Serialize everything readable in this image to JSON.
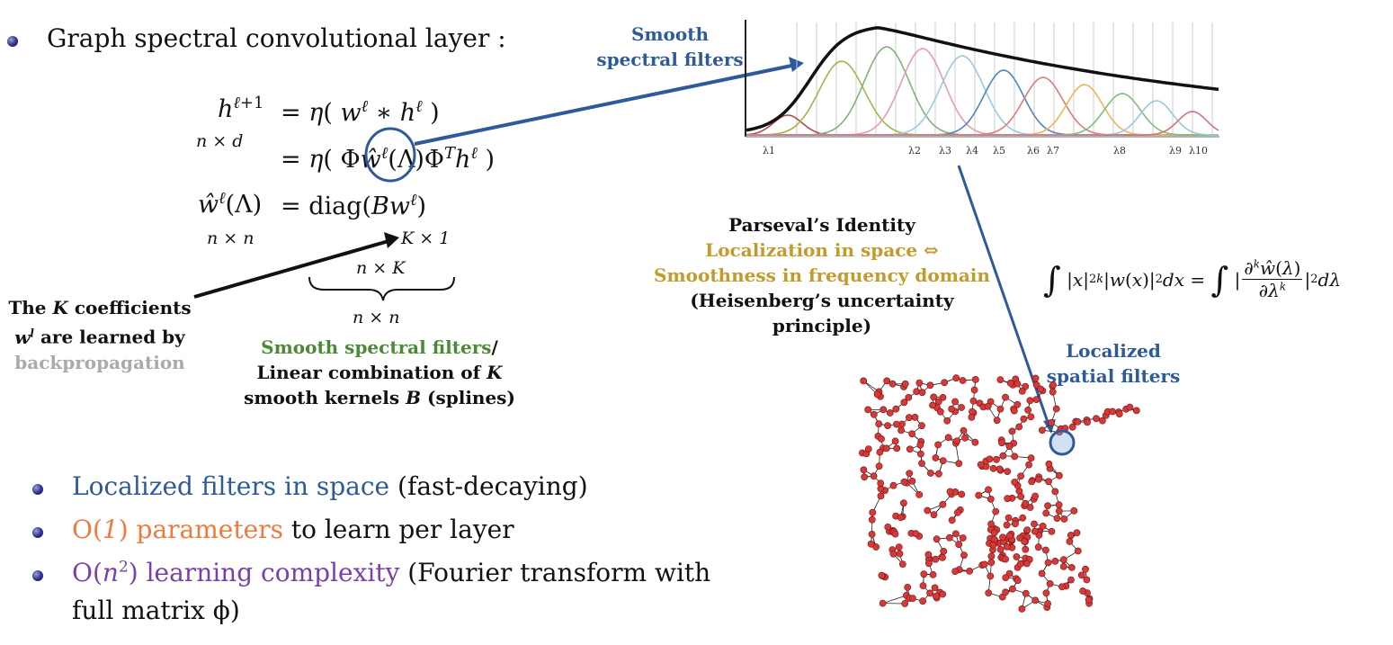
{
  "title": "Graph spectral convolutional layer :",
  "equations": {
    "line1_lhs": "hℓ+1",
    "line1_lhs_sub": "n × d",
    "line1_rhs": "= η( wℓ ∗ hℓ )",
    "line2_rhs": "= η( Φŵℓ(Λ)Φᵀhℓ )",
    "line3_lhs": "ŵℓ(Λ)",
    "line3_lhs_sub": "n × n",
    "line3_rhs": "= diag(Bwℓ)",
    "dim_k1": "K × 1",
    "dim_nk": "n × K",
    "dim_nn": "n × n"
  },
  "annotations": {
    "smooth_spectral": [
      "Smooth",
      "spectral filters"
    ],
    "coeff_note": [
      "The K coefficients",
      "wˡ are learned by"
    ],
    "coeff_note_gray": "backpropagation",
    "filters_note_green": "Smooth spectral filters",
    "filters_note_rest": [
      "Linear combination of K",
      "smooth kernels B (splines)"
    ],
    "parseval_title": "Parseval’s Identity",
    "parseval_gold": [
      "Localization in space ⇔",
      "Smoothness in frequency domain"
    ],
    "parseval_black": [
      "(Heisenberg’s uncertainty",
      "principle)"
    ],
    "identity": "∫ |x|²ᵏ|w(x)|²dx = ∫ |∂ᵏŵ(λ) / ∂λᵏ|²dλ",
    "localized_spatial": [
      "Localized",
      "spatial filters"
    ]
  },
  "spectral_plot": {
    "tick_labels": [
      "λ1",
      "λ2",
      "λ3",
      "λ4",
      "λ5",
      "λ6",
      "λ7",
      "λ8",
      "λ9",
      "λ10"
    ]
  },
  "bullets": [
    {
      "colored": "Localized filters in space",
      "rest": " (fast-decaying)",
      "color": "#2e5a9c"
    },
    {
      "colored": "O(1) parameters",
      "rest": " to learn per layer",
      "color": "#ee7a3c"
    },
    {
      "colored": "O(n²) learning complexity",
      "rest": " (Fourier transform with",
      "rest2": "full matrix ϕ)",
      "color": "#7a3fa8"
    }
  ],
  "colors": {
    "bullet": "#2a2f8a",
    "blue": "#2e5a9c",
    "gold": "#c49a2a",
    "green": "#4a8a35",
    "node": "#d43a3a"
  }
}
